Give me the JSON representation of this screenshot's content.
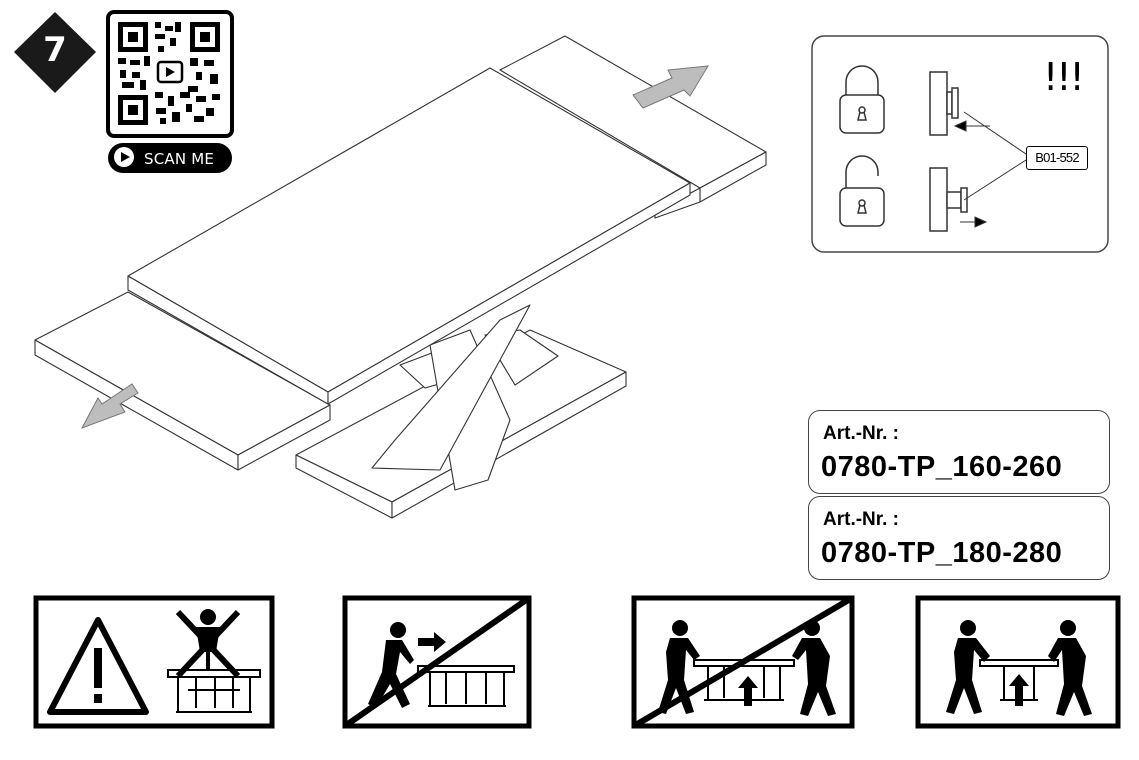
{
  "step": {
    "number": "7"
  },
  "qr": {
    "scan_label": "SCAN ME"
  },
  "lock_panel": {
    "warning": "!!!",
    "part_code": "B01-552"
  },
  "articles": [
    {
      "label": "Art.-Nr. :",
      "value": "0780-TP_160-260"
    },
    {
      "label": "Art.-Nr. :",
      "value": "0780-TP_180-280"
    }
  ],
  "icons": [
    "qr-code-icon",
    "play-icon",
    "lock-closed-icon",
    "lock-open-icon",
    "bolt-icon",
    "warning-triangle-icon",
    "no-standing-icon",
    "no-pushing-icon",
    "no-lifting-by-top-icon",
    "lift-by-frame-icon"
  ]
}
